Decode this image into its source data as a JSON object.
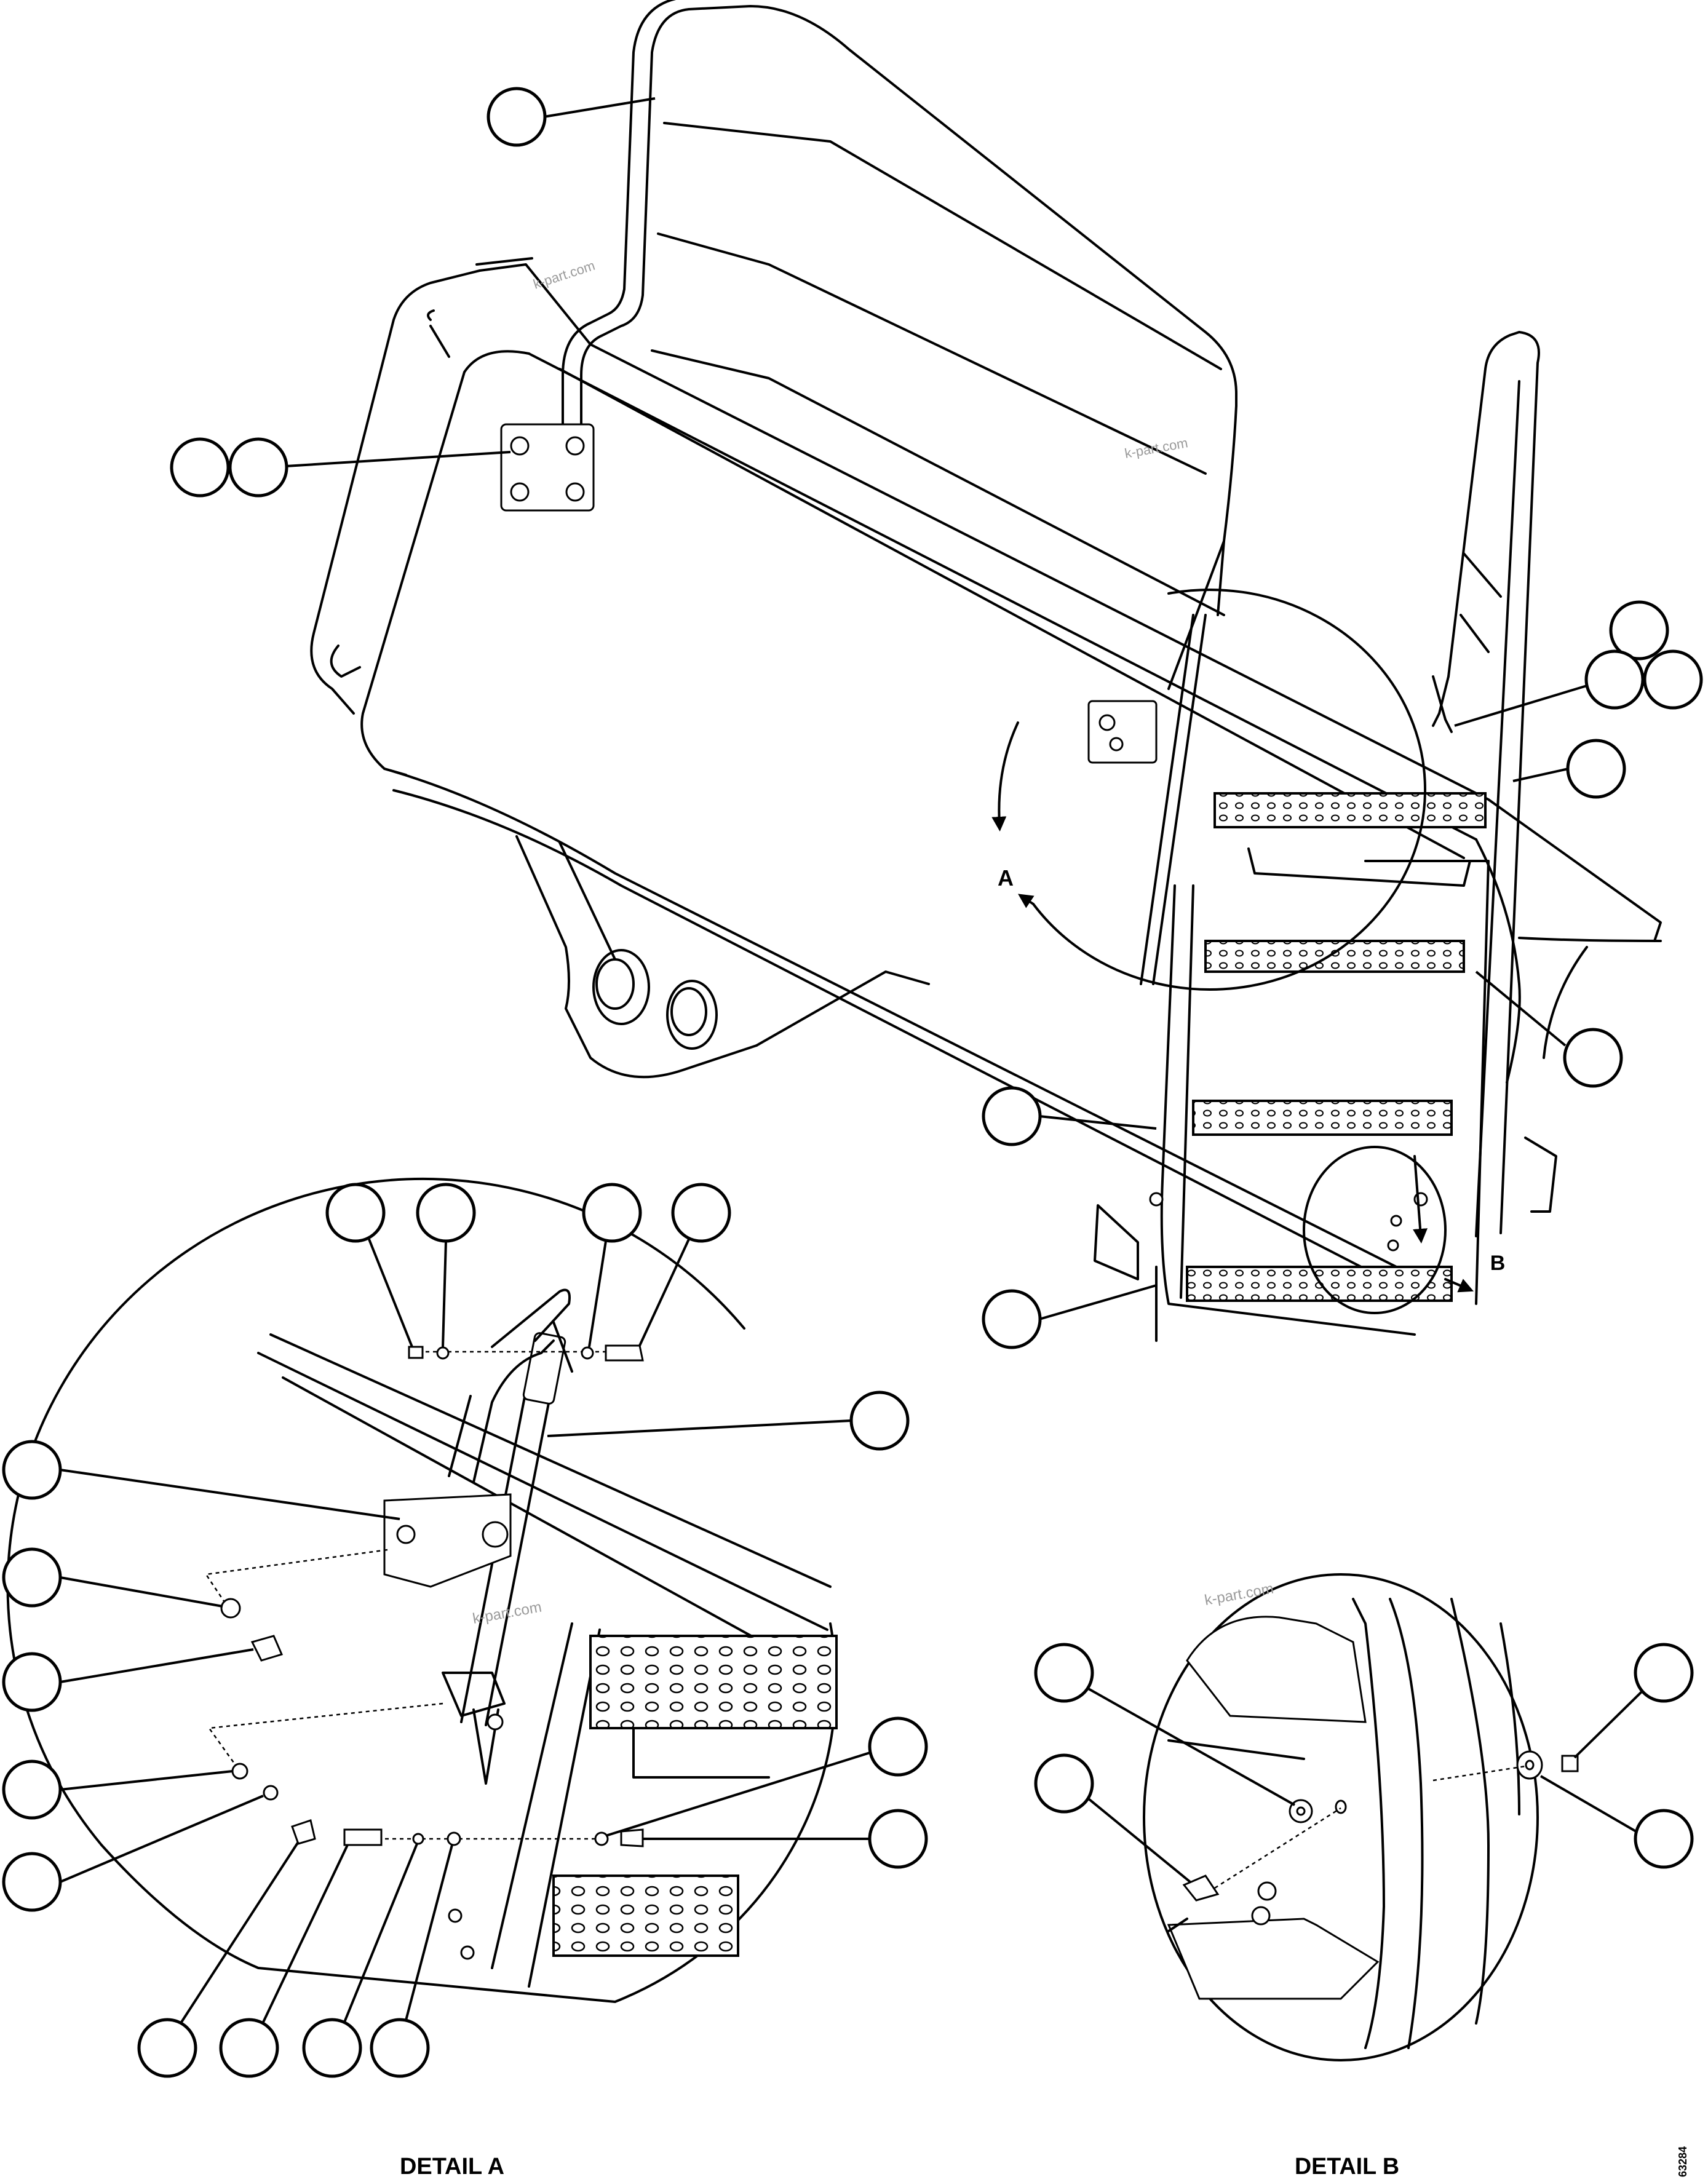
{
  "detail_markers": {
    "a": "A",
    "b": "B"
  },
  "captions": {
    "detail_a": "DETAIL A",
    "detail_b": "DETAIL B"
  },
  "figure_code": "63284",
  "watermark": "k-part.com"
}
